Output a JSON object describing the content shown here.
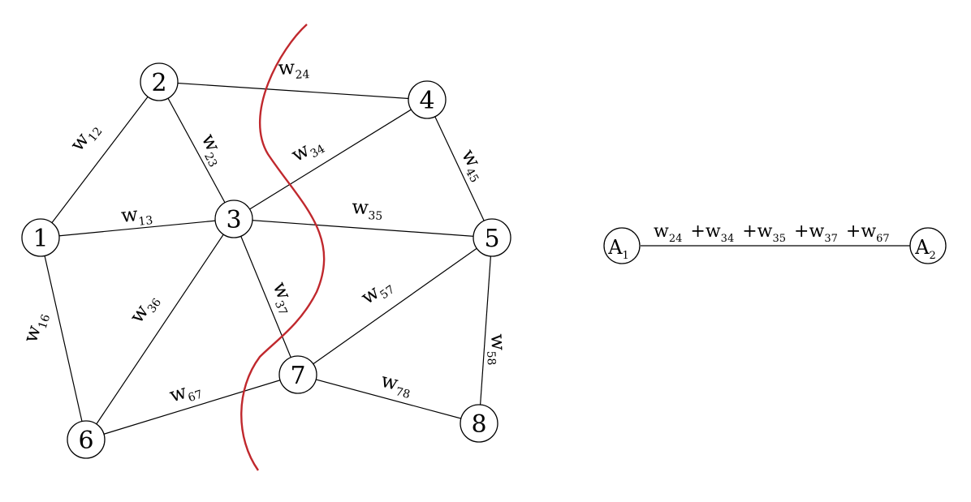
{
  "graph": {
    "nodes": [
      {
        "id": "1",
        "label": "1"
      },
      {
        "id": "2",
        "label": "2"
      },
      {
        "id": "3",
        "label": "3"
      },
      {
        "id": "4",
        "label": "4"
      },
      {
        "id": "5",
        "label": "5"
      },
      {
        "id": "6",
        "label": "6"
      },
      {
        "id": "7",
        "label": "7"
      },
      {
        "id": "8",
        "label": "8"
      }
    ],
    "edges": [
      {
        "from": "1",
        "to": "2",
        "weight": "w",
        "sub": "12"
      },
      {
        "from": "1",
        "to": "3",
        "weight": "w",
        "sub": "13"
      },
      {
        "from": "1",
        "to": "6",
        "weight": "w",
        "sub": "16"
      },
      {
        "from": "2",
        "to": "3",
        "weight": "w",
        "sub": "23"
      },
      {
        "from": "2",
        "to": "4",
        "weight": "w",
        "sub": "24"
      },
      {
        "from": "3",
        "to": "4",
        "weight": "w",
        "sub": "34"
      },
      {
        "from": "3",
        "to": "5",
        "weight": "w",
        "sub": "35"
      },
      {
        "from": "3",
        "to": "6",
        "weight": "w",
        "sub": "36"
      },
      {
        "from": "3",
        "to": "7",
        "weight": "w",
        "sub": "37"
      },
      {
        "from": "4",
        "to": "5",
        "weight": "w",
        "sub": "45"
      },
      {
        "from": "5",
        "to": "7",
        "weight": "w",
        "sub": "57"
      },
      {
        "from": "5",
        "to": "8",
        "weight": "w",
        "sub": "58"
      },
      {
        "from": "6",
        "to": "7",
        "weight": "w",
        "sub": "67"
      },
      {
        "from": "7",
        "to": "8",
        "weight": "w",
        "sub": "78"
      }
    ],
    "cut_color": "#c0282d"
  },
  "reduced": {
    "left_node": {
      "main": "A",
      "sub": "1"
    },
    "right_node": {
      "main": "A",
      "sub": "2"
    },
    "terms": [
      {
        "prefix": "",
        "main": "w",
        "sub": "24"
      },
      {
        "prefix": "+",
        "main": "w",
        "sub": "34"
      },
      {
        "prefix": "+",
        "main": "w",
        "sub": "35"
      },
      {
        "prefix": "+",
        "main": "w",
        "sub": "37"
      },
      {
        "prefix": "+",
        "main": "w",
        "sub": "67"
      }
    ]
  }
}
